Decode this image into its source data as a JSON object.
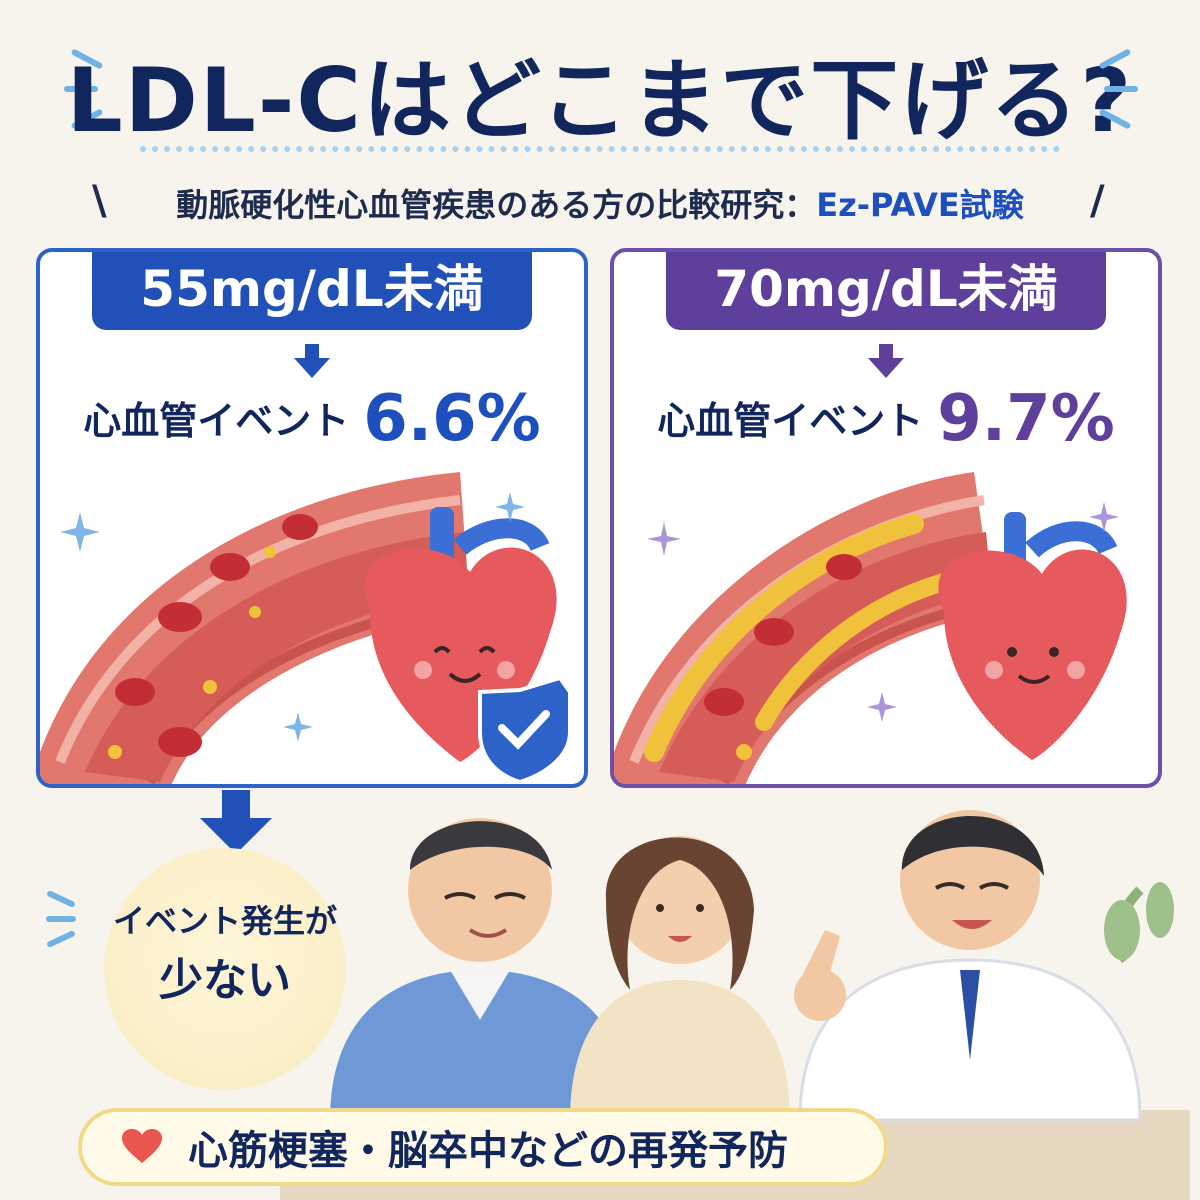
{
  "header": {
    "title": "LDL-Cはどこまで下げる?",
    "subtitle_prefix": "動脈硬化性心血管疾患のある方の比較研究：",
    "subtitle_trial": "Ez-PAVE試験"
  },
  "panels": [
    {
      "target": "55mg/dL未満",
      "event_label": "心血管イベント",
      "event_rate": "6.6%",
      "event_rate_value": 6.6,
      "accent": "#2151b8"
    },
    {
      "target": "70mg/dL未満",
      "event_label": "心血管イベント",
      "event_rate": "9.7%",
      "event_rate_value": 9.7,
      "accent": "#5e3f9c"
    }
  ],
  "result_bubble": {
    "line1": "イベント発生が",
    "line2": "少ない"
  },
  "footer_banner": {
    "text": "心筋梗塞・脳卒中などの再発予防",
    "icon": "heart-icon"
  }
}
